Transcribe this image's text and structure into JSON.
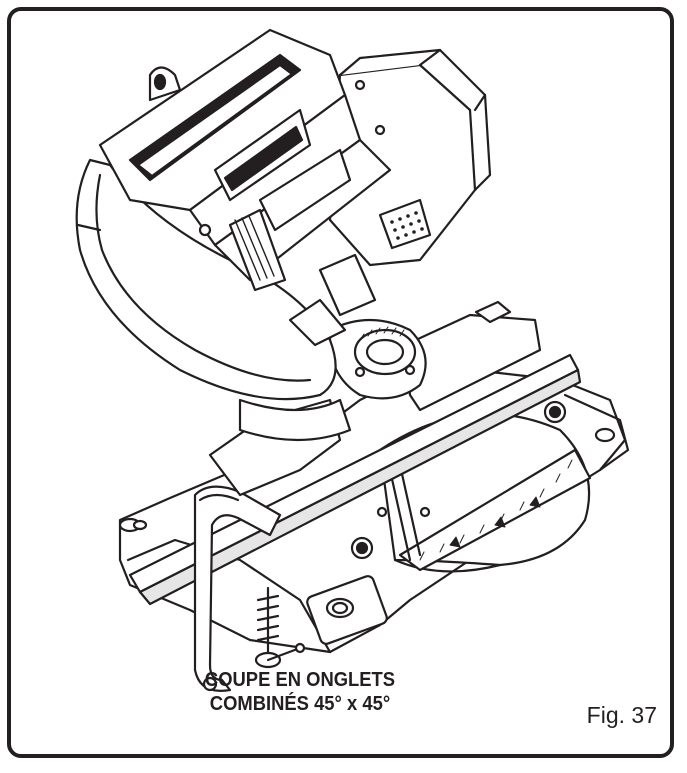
{
  "caption": {
    "line1": "COUPE EN ONGLETS",
    "line2": "COMBINÉS 45° x 45°"
  },
  "figure_label": "Fig. 37",
  "colors": {
    "line": "#231f20",
    "fill": "#ffffff",
    "shade": "#e6e6e6"
  }
}
